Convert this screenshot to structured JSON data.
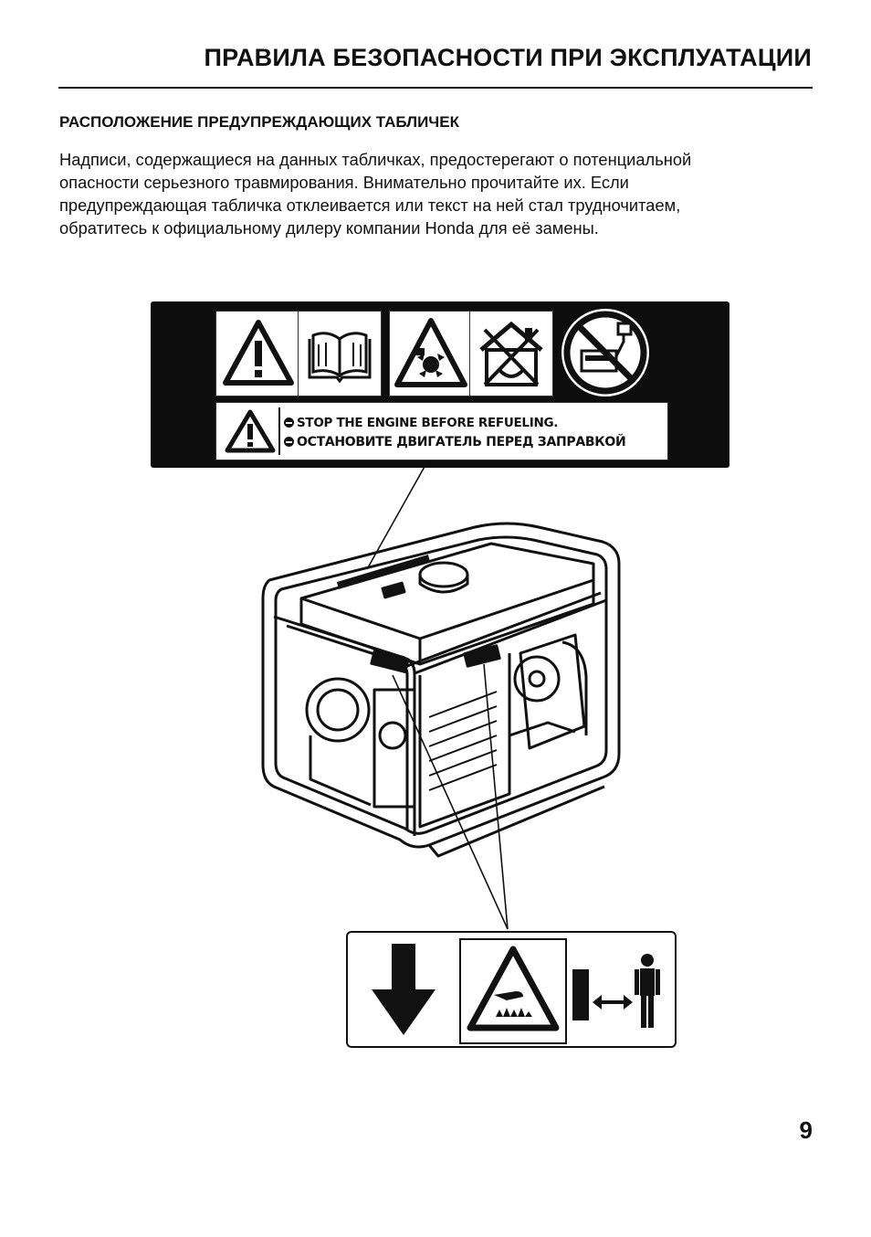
{
  "header": {
    "title": "ПРАВИЛА БЕЗОПАСНОСТИ ПРИ ЭКСПЛУАТАЦИИ"
  },
  "section": {
    "title": "РАСПОЛОЖЕНИЕ ПРЕДУПРЕЖДАЮЩИХ ТАБЛИЧЕК",
    "lines": [
      "Надписи, содержащиеся на данных табличках, предостерегают о потенциальной",
      "опасности серьезного травмирования. Внимательно прочитайте их. Если",
      "предупреждающая табличка отклеивается или текст на ней стал трудночитаем,",
      "обратитесь к официальному дилеру компании Honda для её замены."
    ]
  },
  "top_label": {
    "icons": [
      "warning-icon",
      "manual-book-icon",
      "explosion-hazard-icon",
      "no-indoor-use-icon",
      "no-cable-connection-icon"
    ],
    "warning_en": "STOP THE ENGINE BEFORE REFUELING.",
    "warning_ru": "ОСТАНОВИТЕ ДВИГАТЕЛЬ ПЕРЕД ЗАПРАВКОЙ"
  },
  "bottom_label": {
    "icons": [
      "down-arrow-icon",
      "hot-surface-warning-icon",
      "keep-distance-icon"
    ]
  },
  "page": {
    "number": "9"
  },
  "colors": {
    "ink": "#111111",
    "paper": "#ffffff"
  }
}
